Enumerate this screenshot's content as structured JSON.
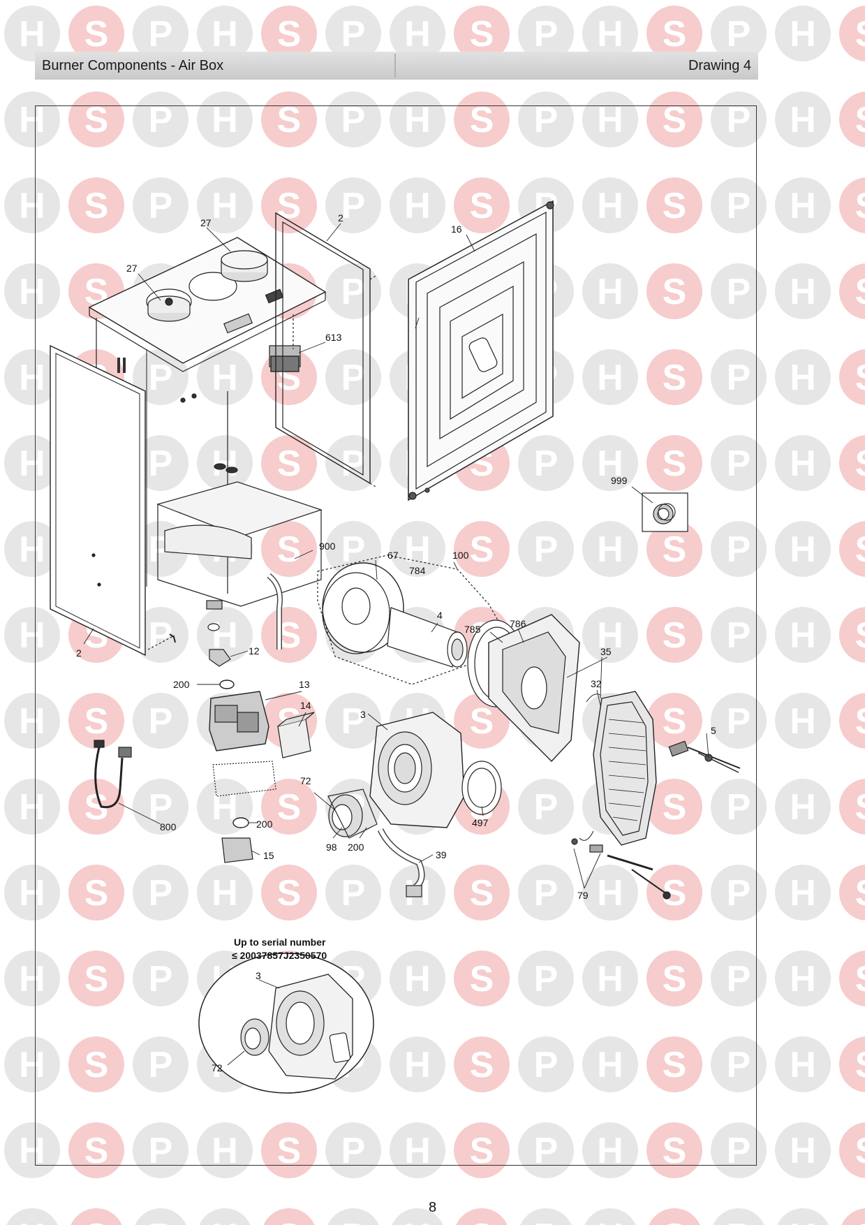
{
  "header": {
    "title": "Burner Components - Air Box",
    "drawing": "Drawing 4"
  },
  "page_number": "8",
  "watermark": {
    "letters": [
      "H",
      "S",
      "P"
    ],
    "colors": {
      "H": "#e6e6e6",
      "S": "#f6cccc",
      "P": "#e6e6e6"
    }
  },
  "inset": {
    "note_line1": "Up to serial number",
    "note_line2": "≤ 20037857J2350570"
  },
  "callouts": {
    "c27a": "27",
    "c2a": "2",
    "c16": "16",
    "c27b": "27",
    "c613": "613",
    "c999": "999",
    "c900": "900",
    "c67": "67",
    "c100": "100",
    "c784": "784",
    "c4": "4",
    "c785": "785",
    "c786": "786",
    "c35": "35",
    "c2b": "2",
    "c12": "12",
    "c200a": "200",
    "c13": "13",
    "c14": "14",
    "c32": "32",
    "c3a": "3",
    "c5": "5",
    "c72a": "72",
    "c497": "497",
    "c800": "800",
    "c200b": "200",
    "c98": "98",
    "c200c": "200",
    "c39": "39",
    "c15": "15",
    "c79": "79",
    "c3b": "3",
    "c72b": "72"
  }
}
